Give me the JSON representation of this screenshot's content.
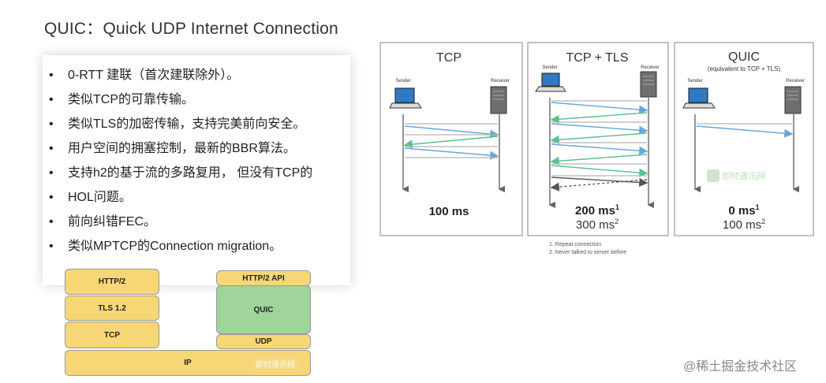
{
  "title": "QUIC：Quick UDP Internet Connection",
  "bullets": [
    "0-RTT 建联（首次建联除外）。",
    "类似TCP的可靠传输。",
    "类似TLS的加密传输，支持完美前向安全。",
    "用户空间的拥塞控制，最新的BBR算法。",
    "支持h2的基于流的多路复用， 但没有TCP的",
    "HOL问题。",
    "前向纠错FEC。",
    "类似MPTCP的Connection migration。"
  ],
  "stack": {
    "http2": "HTTP/2",
    "tls": "TLS 1.2",
    "tcp": "TCP",
    "http2api": "HTTP/2 API",
    "quic": "QUIC",
    "udp": "UDP",
    "ip": "IP",
    "watermark": "即时通讯网"
  },
  "panels": [
    {
      "title": "TCP",
      "subtitle": "",
      "sender": "Sender",
      "receiver": "Receiver",
      "time1": "100 ms",
      "time1_sup": "",
      "time2": "",
      "time2_sup": "",
      "watermark": ""
    },
    {
      "title": "TCP + TLS",
      "subtitle": "",
      "sender": "Sender",
      "receiver": "Receiver",
      "time1": "200 ms",
      "time1_sup": "1",
      "time2": "300 ms",
      "time2_sup": "2",
      "watermark": ""
    },
    {
      "title": "QUIC",
      "subtitle": "(equivalent to TCP + TLS)",
      "sender": "Sender",
      "receiver": "Receiver",
      "time1": "0 ms",
      "time1_sup": "1",
      "time2": "100 ms",
      "time2_sup": "2",
      "watermark": "即时通讯网"
    }
  ],
  "notes": [
    "1. Repeat connection",
    "2. Never talked to server before"
  ],
  "footer": "@稀土掘金技术社区",
  "colors": {
    "blue": "#6aa6d8",
    "green": "#5cc08c",
    "gray": "#b4b4b4",
    "dark": "#555555",
    "stack_yellow": "#f7d775",
    "stack_green": "#9fd49a"
  }
}
